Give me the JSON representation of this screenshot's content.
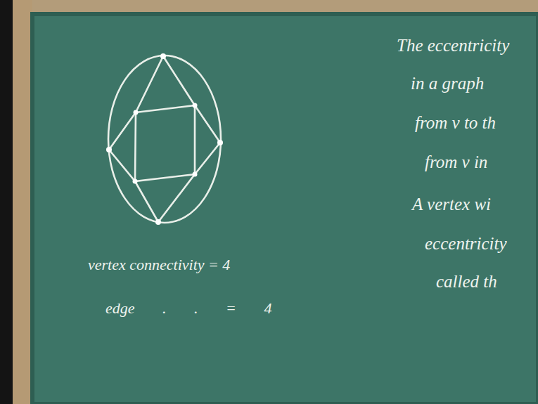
{
  "diagram": {
    "labels": [
      "vertex connectivity = 4",
      "edge . . = 4",
      "The eccentricity",
      "in a graph",
      "from v to th",
      "from v in",
      "A vertex wi",
      "eccentricity",
      "called th"
    ]
  }
}
